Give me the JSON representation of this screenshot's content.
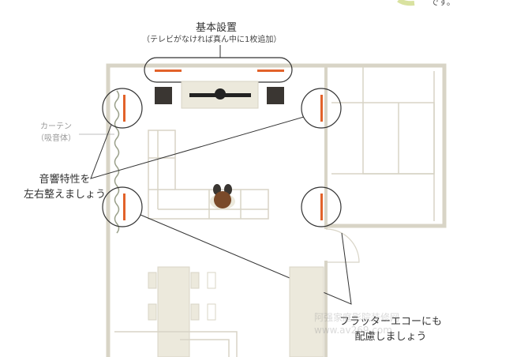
{
  "header_text": "です。",
  "basic_setup": {
    "title": "基本設置",
    "subtitle": "（テレビがなければ真ん中に1枚追加）"
  },
  "curtain": {
    "line1": "カーテン",
    "line2": "（吸音体）"
  },
  "acoustic_note": {
    "line1": "音響特性を",
    "line2": "左右整えましょう"
  },
  "flutter_note": {
    "line1": "フラッターエコーにも",
    "line2": "配慮しましょう"
  },
  "watermark": {
    "line1": "阿强家庭影院装修网",
    "line2": "www.av269.com"
  },
  "colors": {
    "wall": "#d8d4c6",
    "furniture": "#ece9dc",
    "panel": "#e2622a",
    "speaker": "#3a3632",
    "person": "#7a4a2a"
  }
}
